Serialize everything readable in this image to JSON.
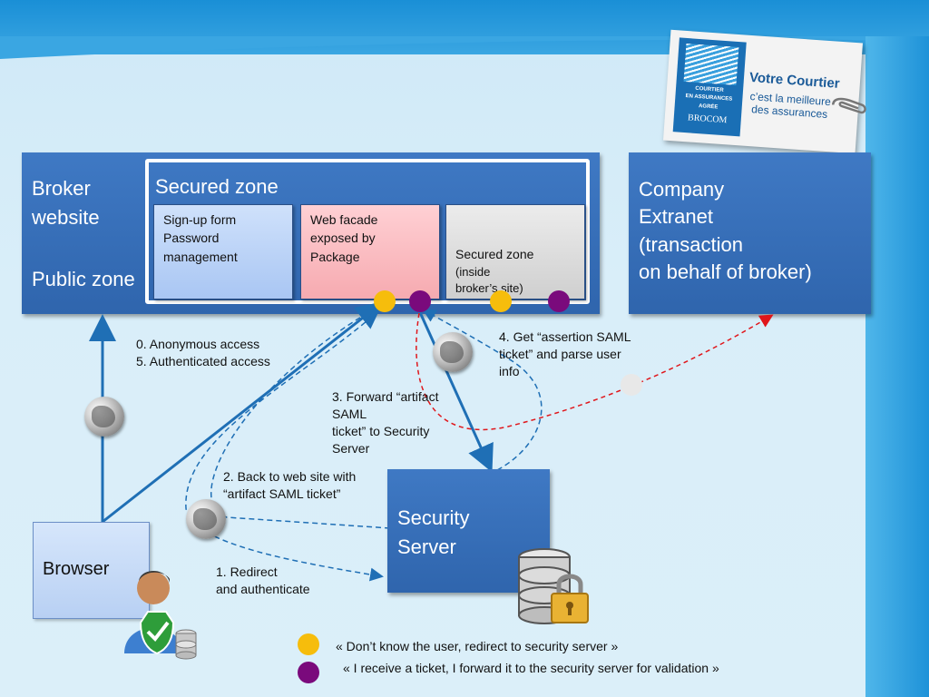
{
  "broker": {
    "title": "Broker\nwebsite",
    "zone": "Public zone"
  },
  "secured_zone": {
    "title": "Secured zone",
    "signup": "Sign-up form\nPassword\nmanagement",
    "facade": "Web facade\nexposed by\nPackage",
    "inner": "Secured zone",
    "inner_detail": "(inside\nbroker’s site)"
  },
  "extranet": {
    "title": "Company\nExtranet\n(transaction\non behalf of broker)"
  },
  "logo": {
    "line1": "Votre Courtier",
    "line2": "c’est la meilleure\ndes assurances",
    "badge1": "COURTIER",
    "badge2": "EN ASSURANCES",
    "badge3": "AGRÉE",
    "badge4": "BROCOM"
  },
  "browser": {
    "label": "Browser"
  },
  "security_server": {
    "label": "Security\nServer"
  },
  "steps": {
    "step0": "0. Anonymous access\n5. Authenticated access",
    "step1": "1.   Redirect\nand authenticate",
    "step2": "2. Back to web site with\n“artifact SAML ticket”",
    "step3": "3. Forward “artifact\n      SAML\nticket” to Security\n      Server",
    "step4": "4. Get “assertion SAML\nticket” and parse user\n      info"
  },
  "legend": {
    "yellow": "« Don’t know the user, redirect to security server »",
    "purple": "« I receive a ticket, I forward it to the security server for validation »"
  },
  "colors": {
    "yellow": "#f6bd0c",
    "purple": "#7a0a7c",
    "grey_dot": "#e8e8e8",
    "arrow_blue": "#1f6fb5",
    "arrow_red": "#e0161b"
  },
  "icons": [
    "globe-icon",
    "user-shield-icon",
    "database-lock-icon",
    "paperclip-icon"
  ]
}
